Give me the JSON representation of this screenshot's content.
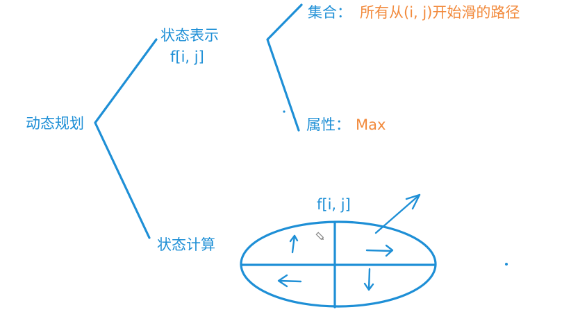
{
  "colors": {
    "ink": "#1e8fd6",
    "accent": "#f28a3c",
    "background": "#ffffff"
  },
  "root": {
    "label": "动态规划"
  },
  "state_representation": {
    "label": "状态表示",
    "notation": "f[i, j]",
    "set": {
      "key": "集合：",
      "value": "所有从(i, j)开始滑的路径"
    },
    "attribute": {
      "key": "属性：",
      "value": "Max"
    }
  },
  "state_computation": {
    "label": "状态计算",
    "notation": "f[i, j]",
    "quadrants": [
      {
        "position": "top-left",
        "direction": "up"
      },
      {
        "position": "top-right",
        "direction": "right"
      },
      {
        "position": "bottom-left",
        "direction": "left"
      },
      {
        "position": "bottom-right",
        "direction": "down"
      }
    ]
  }
}
